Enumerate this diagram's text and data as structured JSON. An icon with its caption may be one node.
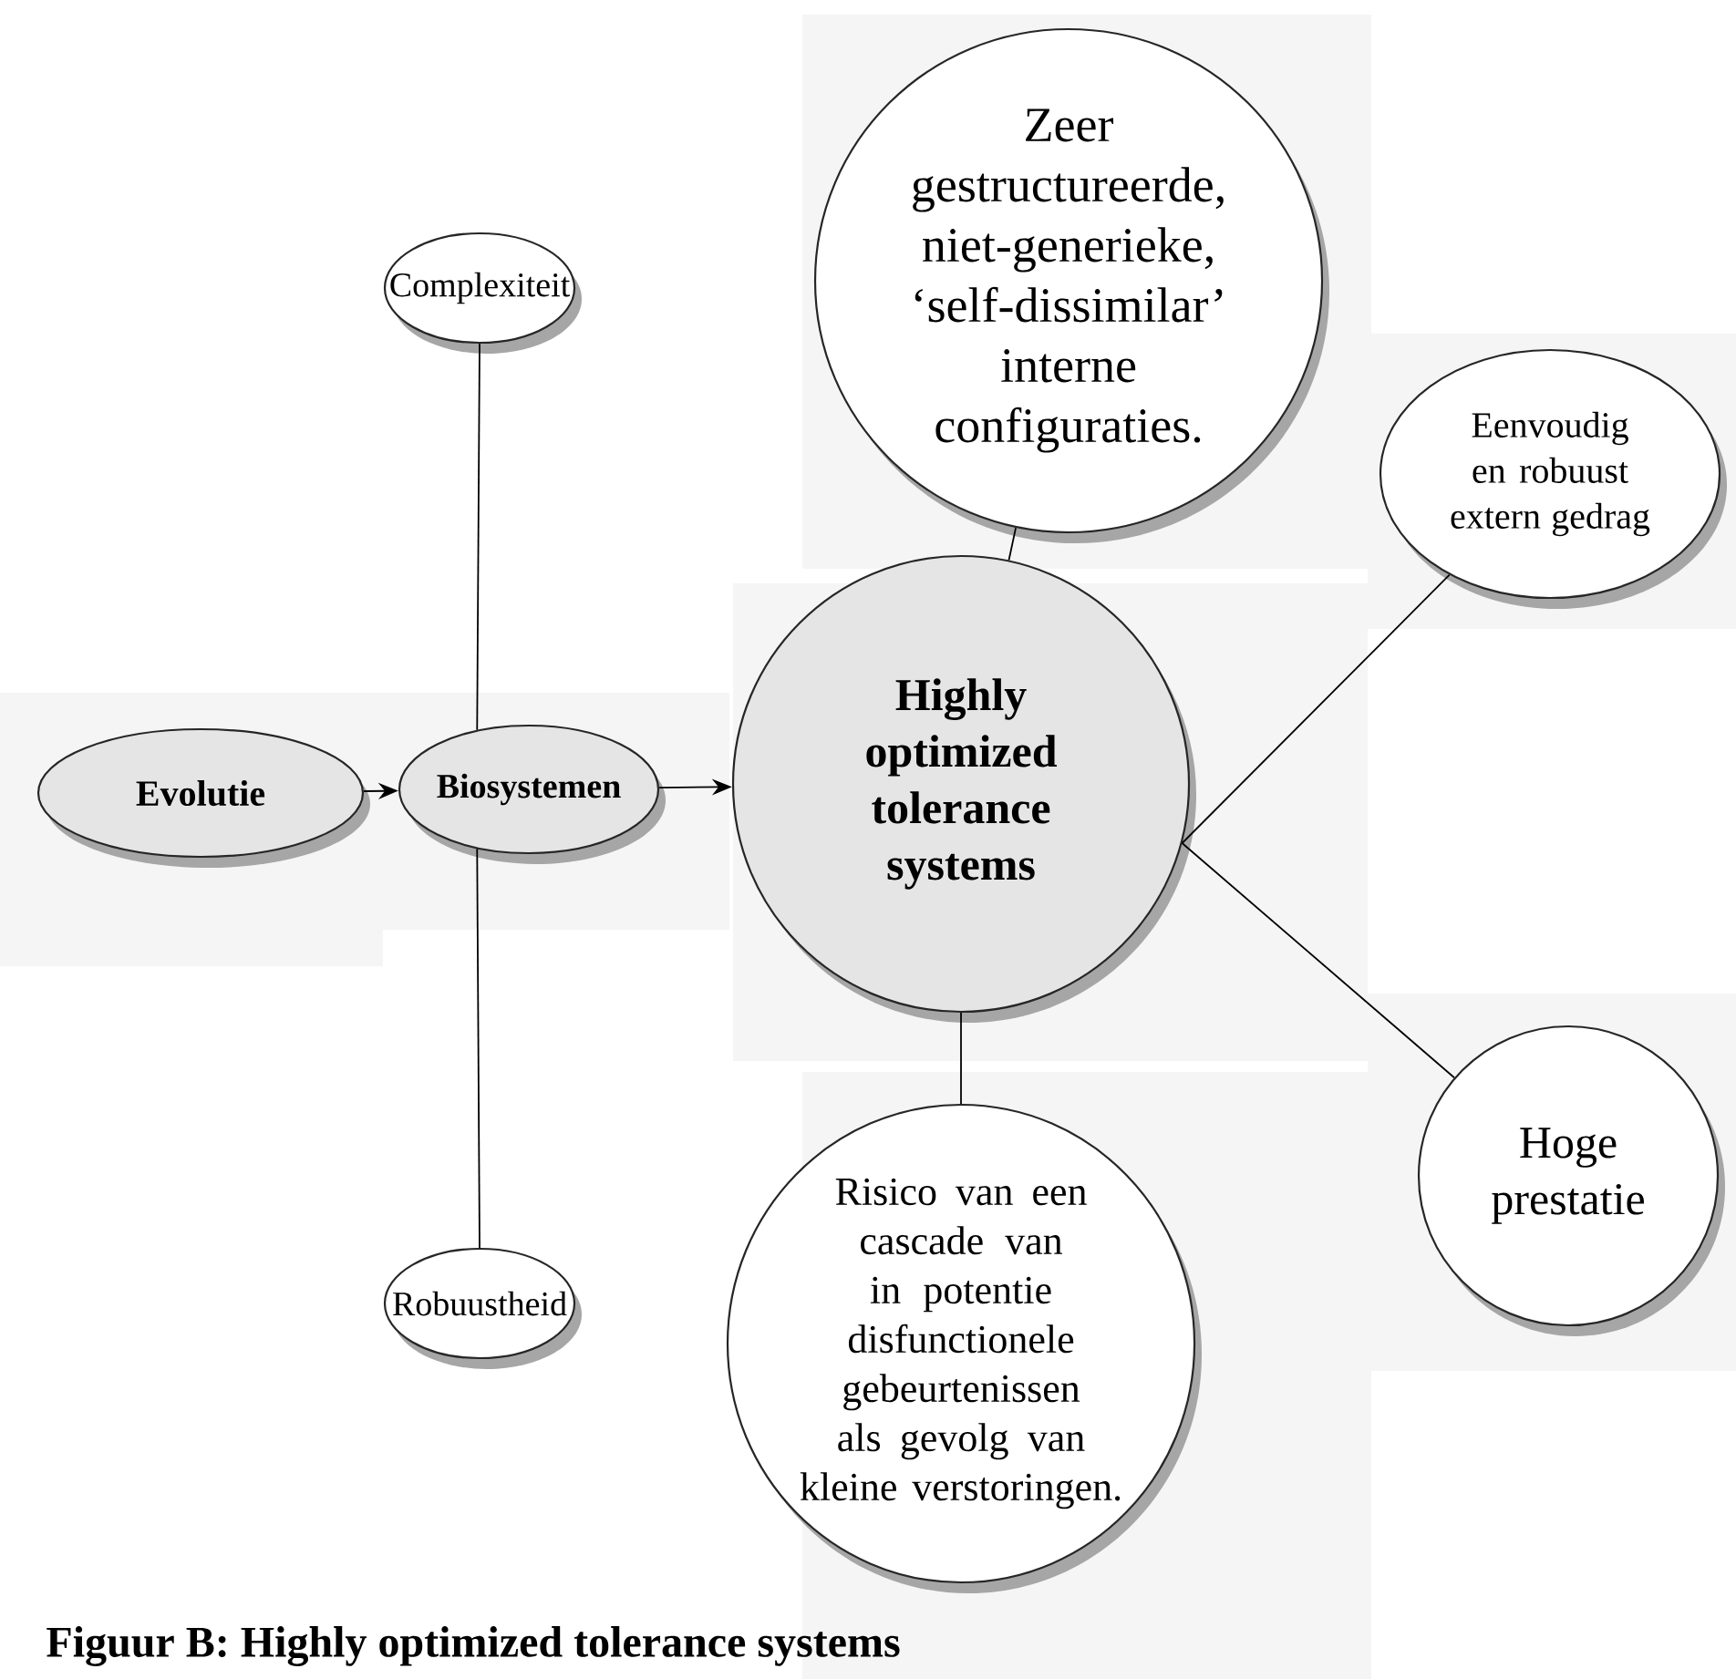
{
  "diagram": {
    "caption": "Figuur B: Highly optimized tolerance systems",
    "nodes": [
      {
        "text": [
          "Complexiteit"
        ]
      },
      {
        "text": [
          "Zeer gestructureerde, niet-generieke, ‘self-dissimilar’ interne configuraties."
        ]
      },
      {
        "text": [
          "Eenvoudig en robuust extern gedrag"
        ]
      },
      {
        "text": [
          "Evolutie"
        ]
      },
      {
        "text": [
          "Biosystemen"
        ]
      },
      {
        "text": [
          "Highly optimized tolerance systems"
        ]
      },
      {
        "text": [
          "Hoge prestatie"
        ]
      },
      {
        "text": [
          "Risico van een cascade van in potentie disfunctionele gebeurtenissen als gevolg van kleine verstoringen."
        ]
      },
      {
        "text": [
          "Robuustheid"
        ]
      }
    ],
    "edges": [
      {
        "from": 3,
        "to": 4,
        "arrow": "to"
      },
      {
        "from": 4,
        "to": 5,
        "arrow": "to"
      },
      {
        "from": 0,
        "to": 4,
        "arrow": "none"
      },
      {
        "from": 4,
        "to": 8,
        "arrow": "none"
      },
      {
        "from": 1,
        "to": 5,
        "arrow": "none"
      },
      {
        "from": 5,
        "to": 2,
        "arrow": "none"
      },
      {
        "from": 5,
        "to": 6,
        "arrow": "none"
      },
      {
        "from": 5,
        "to": 7,
        "arrow": "none"
      }
    ]
  }
}
